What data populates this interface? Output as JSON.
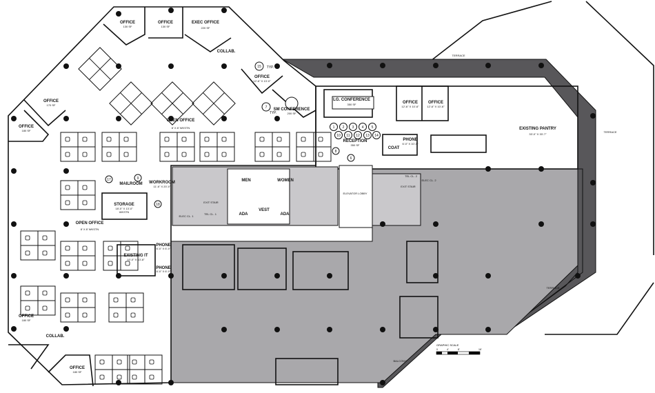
{
  "colors": {
    "tenant_area": "#a9a8ab",
    "terrace_band": "#58575a",
    "walls": "#111111",
    "background": "#ffffff"
  },
  "rooms": {
    "office_1": {
      "name": "OFFICE",
      "size": "130 SF"
    },
    "office_2": {
      "name": "OFFICE",
      "size": "130 SF"
    },
    "exec_office": {
      "name": "EXEC OFFICE",
      "size": "220 SF"
    },
    "collab_top": {
      "name": "COLLAB."
    },
    "office_3": {
      "name": "OFFICE",
      "size": "12'-6\" X 13'-0\""
    },
    "sm_conference": {
      "name": "SM CONFERENCE",
      "size": "200 SF"
    },
    "office_left_1": {
      "name": "OFFICE",
      "size": "170 SF"
    },
    "office_left_2": {
      "name": "OFFICE",
      "size": "180 SF"
    },
    "open_office_top": {
      "name": "OPEN OFFICE",
      "size": "8' X 8' WKSTN"
    },
    "lg_conference": {
      "name": "LG. CONFERENCE",
      "size": "350 SF"
    },
    "office_4": {
      "name": "OFFICE",
      "size": "12'-6\" X 10'-6\""
    },
    "office_5": {
      "name": "OFFICE",
      "size": "12'-6\" X 10'-6\""
    },
    "reception": {
      "name": "RECEPTION",
      "size": "350 SF"
    },
    "coat": {
      "name": "COAT"
    },
    "phone_top": {
      "name": "PHONE",
      "size": "6'-0\" X 10'-0\""
    },
    "pantry": {
      "name": "EXISTING PANTRY",
      "size": "33'-0\" X 33'-7\""
    },
    "mailroom": {
      "name": "MAILROOM"
    },
    "workroom": {
      "name": "WORKROOM",
      "size": "11'-6\" X 20'-0\""
    },
    "storage": {
      "name": "STORAGE",
      "size": "18'-0\" X 13'-0\"",
      "note": "WKSTN"
    },
    "men": {
      "name": "MEN"
    },
    "women": {
      "name": "WOMEN"
    },
    "vest": {
      "name": "VEST"
    },
    "ada_1": {
      "name": "ADA"
    },
    "ada_2": {
      "name": "ADA"
    },
    "exit_stair_1": {
      "name": "EXIT STAIR"
    },
    "elec_1": {
      "name": "ELEC CL. 1"
    },
    "tel_1": {
      "name": "TEL CL. 1"
    },
    "elevator_lobby": {
      "name": "ELEVATOR LOBBY"
    },
    "tel_2": {
      "name": "TEL CL. 2"
    },
    "exit_stair_2": {
      "name": "EXIT STAIR"
    },
    "elec_2": {
      "name": "ELEC CL. 2"
    },
    "open_office_mid": {
      "name": "OPEN OFFICE",
      "size": "8' X 8' WKSTN"
    },
    "existing_it": {
      "name": "EXISTING IT",
      "size": "10'-0\" X 13'-8\""
    },
    "phone_1": {
      "name": "PHONE",
      "size": "6'-0\" X 6'-0\""
    },
    "phone_2": {
      "name": "PHONE",
      "size": "6'-0\" X 6'-0\""
    },
    "office_bottom_1": {
      "name": "OFFICE",
      "size": "180 SF"
    },
    "collab_bottom": {
      "name": "COLLAB."
    },
    "office_bottom_2": {
      "name": "OFFICE",
      "size": "180 SF"
    },
    "balcony": {
      "name": "BALCONY"
    },
    "terrace_1": {
      "name": "TERRACE"
    },
    "terrace_2": {
      "name": "TERRACE"
    },
    "terrace_3": {
      "name": "TERRACE"
    }
  },
  "callouts": {
    "c15": "15",
    "typ_1": "TYP.",
    "c7": "7",
    "typ_2": "TYP.",
    "c17": "17",
    "c9": "9",
    "c18": "18",
    "c6": "6",
    "c8": "8",
    "reception_seats": [
      "1",
      "2",
      "3",
      "4",
      "5",
      "10",
      "11",
      "12",
      "13",
      "14"
    ]
  },
  "scale": {
    "title": "GRAPHIC SCALE",
    "ticks": [
      "0",
      "4'",
      "8'",
      "16'"
    ]
  }
}
